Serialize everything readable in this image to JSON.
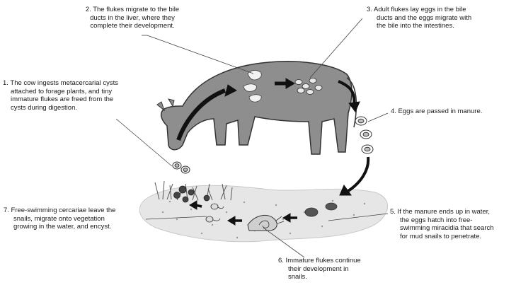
{
  "diagram": {
    "steps": [
      {
        "id": "1",
        "lines": [
          "1. The cow ingests metacercarial cysts",
          "attached to forage plants, and tiny",
          "immature flukes are freed from the",
          "cysts during digestion."
        ]
      },
      {
        "id": "2",
        "lines": [
          "2. The flukes migrate to the bile",
          "ducts in the liver, where they",
          "complete their development."
        ]
      },
      {
        "id": "3",
        "lines": [
          "3. Adult flukes lay eggs in the bile",
          "ducts and the eggs migrate with",
          "the bile into the intestines."
        ]
      },
      {
        "id": "4",
        "lines": [
          "4. Eggs are passed in manure."
        ]
      },
      {
        "id": "5",
        "lines": [
          "5. If the manure ends up in water,",
          "the eggs hatch into free-",
          "swimming miracidia that search",
          "for mud snails to penetrate."
        ]
      },
      {
        "id": "6",
        "lines": [
          "6. Immature flukes continue",
          "their development in",
          "snails."
        ]
      },
      {
        "id": "7",
        "lines": [
          "7. Free-swimming cercariae leave the",
          "snails, migrate onto vegetation",
          "growing in the water, and encyst."
        ]
      }
    ],
    "colors": {
      "cow_body": "#8e8e8e",
      "cow_outline": "#333333",
      "flukes": "#f2f2f2",
      "arrows": "#111111",
      "ground": "#e6e6e6",
      "leader_lines": "#444444"
    },
    "icons": [
      "cow-illustration",
      "liver-fluke",
      "egg-cluster",
      "mud-snail",
      "cercaria",
      "cyst",
      "grass"
    ]
  }
}
